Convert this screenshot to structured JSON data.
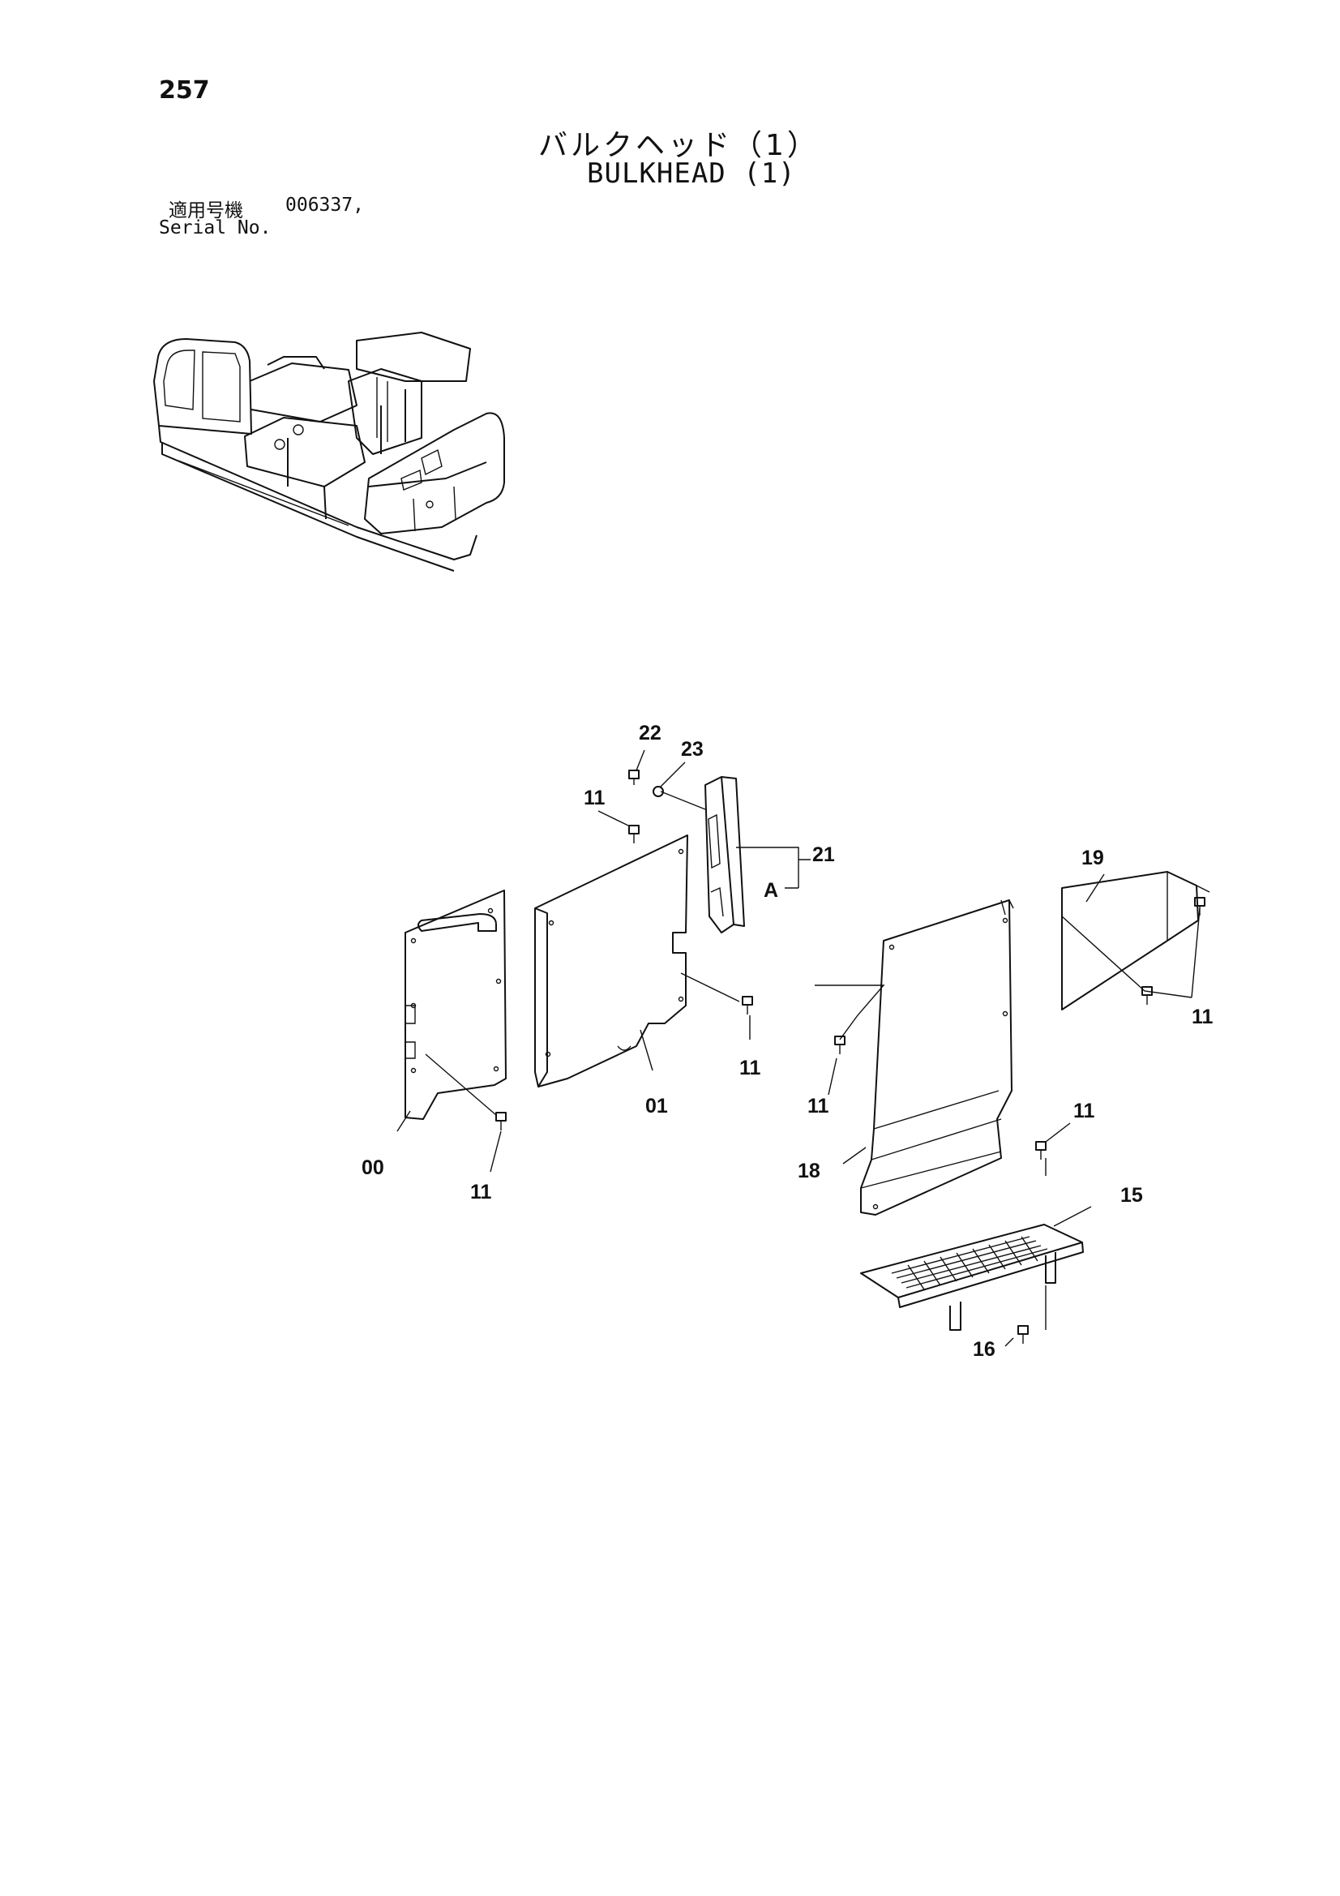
{
  "page": {
    "page_number": "257",
    "title_ja": "バルクヘッド（1）",
    "title_en": "BULKHEAD (1)",
    "applicable_label": "適用号機",
    "serial_value": "006337,",
    "serial_label": "Serial No."
  },
  "callouts": {
    "c22": "22",
    "c23": "23",
    "c11_top": "11",
    "c21": "21",
    "cA": "A",
    "c19": "19",
    "c11_right": "11",
    "c11_mid": "11",
    "c01": "01",
    "c11_left_panel": "11",
    "c00": "00",
    "c11_bottom_left": "11",
    "c11_18": "11",
    "c18": "18",
    "c11_15": "11",
    "c15": "15",
    "c16": "16"
  },
  "icons": {
    "machine_overview": "excavator-overview-icon",
    "bolt": "bolt-icon"
  }
}
